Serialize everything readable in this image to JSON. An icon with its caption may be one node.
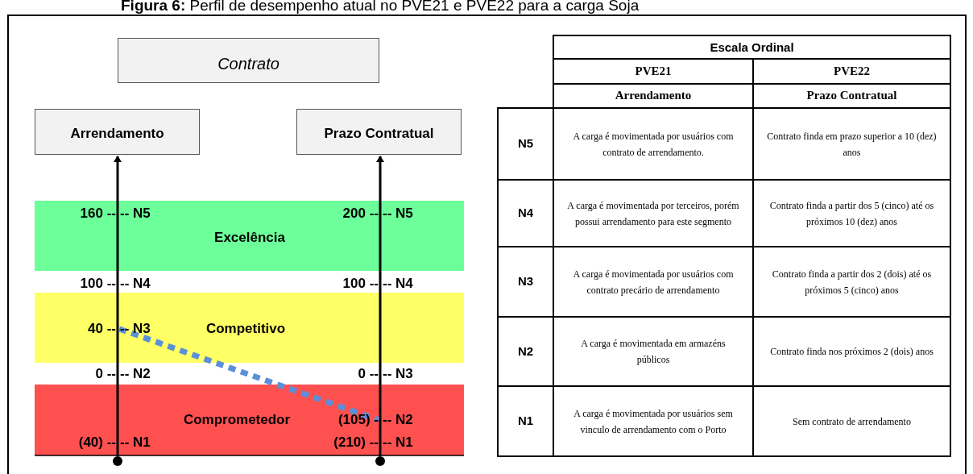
{
  "diagram": {
    "title": "**Figura 6:** Perfil de desempenho atual no PVE21 e PVE22 para a carga Soja",
    "nodes": [
      {
        "text": [
          "Contrato"
        ]
      },
      {
        "text": [
          "Arrendamento"
        ]
      },
      {
        "text": [
          "Prazo Contratual"
        ]
      },
      {
        "text": [],
        "shape": "circle"
      },
      {
        "text": [],
        "shape": "circle"
      }
    ],
    "edges": [
      {
        "from": 3,
        "to": 1,
        "arrow": "to"
      },
      {
        "from": 4,
        "to": 2,
        "arrow": "to"
      }
    ],
    "labels": [
      "160 --",
      "-- N5",
      "200 --",
      "-- N5",
      "Excelência",
      "100 --",
      "-- N4",
      "100 --",
      "-- N4",
      "40 --",
      "-- N3",
      "Competitivo",
      "0 --",
      "-- N2",
      "0 --",
      "-- N3",
      "Comprometedor",
      "(105) -",
      "-- N2",
      "(40) --",
      "-- N1",
      "(210) --",
      "-- N1",
      "Escala Ordinal",
      "PVE21",
      "PVE22",
      "Arrendamento",
      "Prazo Contratual",
      "N5",
      "A carga é movimentada por usuários com contrato de arrendamento.",
      "Contrato finda em prazo superior a 10 (dez) anos",
      "N4",
      "A carga é movimentada por terceiros, porém possui arrendamento para este segmento",
      "Contrato finda a partir dos 5 (cinco) até os próximos 10 (dez) anos",
      "N3",
      "A carga é movimentada por usuários com contrato precário de arrendamento",
      "Contrato finda a partir dos 2 (dois) até os próximos 5 (cinco) anos",
      "N2",
      "A carga é movimentada em armazéns públicos",
      "Contrato finda nos próximos 2 (dois) anos",
      "N1",
      "A carga é movimentada por usuários sem vinculo de arrendamento com o Porto",
      "Sem contrato de arrendamento"
    ]
  }
}
